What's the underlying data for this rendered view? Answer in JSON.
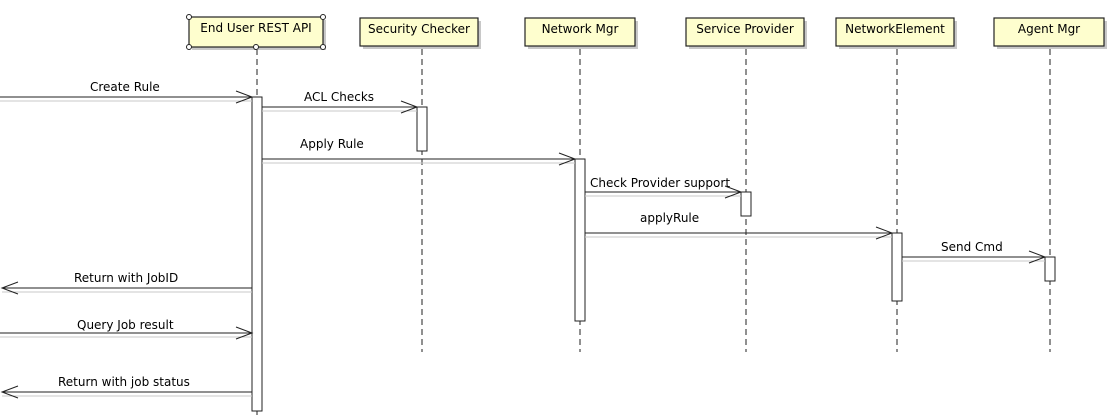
{
  "participants": [
    {
      "id": "api",
      "label": "End User REST API"
    },
    {
      "id": "sec",
      "label": "Security Checker"
    },
    {
      "id": "net",
      "label": "Network Mgr"
    },
    {
      "id": "svc",
      "label": "Service Provider"
    },
    {
      "id": "ne",
      "label": "NetworkElement"
    },
    {
      "id": "agent",
      "label": "Agent Mgr"
    }
  ],
  "messages": [
    {
      "from": "external",
      "to": "api",
      "label": "Create Rule"
    },
    {
      "from": "api",
      "to": "sec",
      "label": "ACL Checks"
    },
    {
      "from": "api",
      "to": "net",
      "label": "Apply Rule"
    },
    {
      "from": "net",
      "to": "svc",
      "label": "Check Provider support"
    },
    {
      "from": "net",
      "to": "ne",
      "label": "applyRule"
    },
    {
      "from": "ne",
      "to": "agent",
      "label": "Send Cmd"
    },
    {
      "from": "api",
      "to": "external",
      "label": "Return with JobID"
    },
    {
      "from": "external",
      "to": "api",
      "label": "Query Job result"
    },
    {
      "from": "api",
      "to": "external",
      "label": "Return with job status"
    }
  ]
}
